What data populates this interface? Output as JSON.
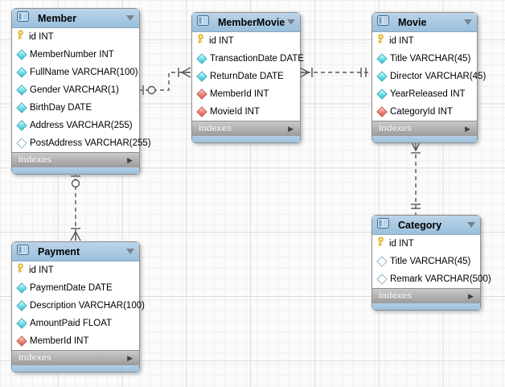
{
  "labels": {
    "indexes": "Indexes"
  },
  "colors": {
    "table_header_blue": "#9ac0dc",
    "indexes_row_gray": "#ababab",
    "primary_key_icon_yellow": "#ffd84d",
    "attribute_icon_cyan": "#52d7e0",
    "foreign_key_icon_red": "#e8756a",
    "relationship_line": "#565656"
  },
  "tables": [
    {
      "name": "Member",
      "fields": [
        {
          "label": "id INT",
          "icon": "primary-key"
        },
        {
          "label": "MemberNumber INT",
          "icon": "column"
        },
        {
          "label": "FullName VARCHAR(100)",
          "icon": "column"
        },
        {
          "label": "Gender VARCHAR(1)",
          "icon": "column"
        },
        {
          "label": "BirthDay DATE",
          "icon": "column"
        },
        {
          "label": "Address VARCHAR(255)",
          "icon": "column"
        },
        {
          "label": "PostAddress VARCHAR(255)",
          "icon": "column-nullable"
        }
      ]
    },
    {
      "name": "MemberMovie",
      "fields": [
        {
          "label": "id INT",
          "icon": "primary-key"
        },
        {
          "label": "TransactionDate DATE",
          "icon": "column"
        },
        {
          "label": "ReturnDate DATE",
          "icon": "column"
        },
        {
          "label": "MemberId INT",
          "icon": "foreign-key"
        },
        {
          "label": "MovieId INT",
          "icon": "foreign-key"
        }
      ]
    },
    {
      "name": "Movie",
      "fields": [
        {
          "label": "id INT",
          "icon": "primary-key"
        },
        {
          "label": "Title VARCHAR(45)",
          "icon": "column"
        },
        {
          "label": "Director VARCHAR(45)",
          "icon": "column"
        },
        {
          "label": "YearReleased INT",
          "icon": "column"
        },
        {
          "label": "CategoryId INT",
          "icon": "foreign-key"
        }
      ]
    },
    {
      "name": "Payment",
      "fields": [
        {
          "label": "id INT",
          "icon": "primary-key"
        },
        {
          "label": "PaymentDate DATE",
          "icon": "column"
        },
        {
          "label": "Description VARCHAR(100)",
          "icon": "column"
        },
        {
          "label": "AmountPaid FLOAT",
          "icon": "column"
        },
        {
          "label": "MemberId INT",
          "icon": "foreign-key"
        }
      ]
    },
    {
      "name": "Category",
      "fields": [
        {
          "label": "id INT",
          "icon": "primary-key"
        },
        {
          "label": "Title VARCHAR(45)",
          "icon": "column-nullable"
        },
        {
          "label": "Remark VARCHAR(500)",
          "icon": "column-nullable"
        }
      ]
    }
  ],
  "relationships": [
    {
      "from": "Member",
      "to": "MemberMovie",
      "from_end": "zero-or-one",
      "to_end": "one-or-many",
      "line": "dashed"
    },
    {
      "from": "MemberMovie",
      "to": "Movie",
      "from_end": "one-or-many",
      "to_end": "exactly-one",
      "line": "dashed"
    },
    {
      "from": "Member",
      "to": "Payment",
      "from_end": "zero-or-one",
      "to_end": "one-or-many",
      "line": "dashed"
    },
    {
      "from": "Movie",
      "to": "Category",
      "from_end": "one-or-many",
      "to_end": "exactly-one",
      "line": "dashed"
    }
  ]
}
